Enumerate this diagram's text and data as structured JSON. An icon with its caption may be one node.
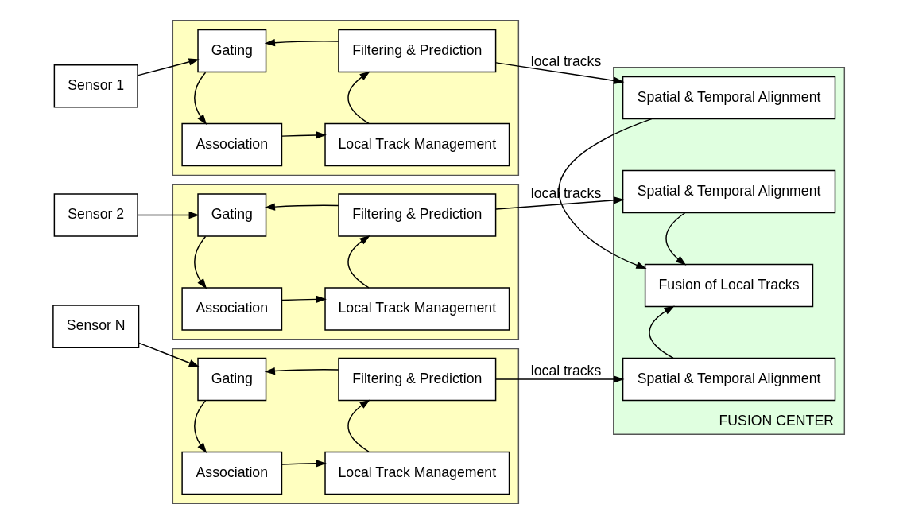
{
  "diagram": {
    "nodes": [
      {
        "text": [
          "Sensor 1"
        ]
      },
      {
        "text": [],
        "shape": "box"
      },
      {
        "text": [
          "Association"
        ],
        "in": 1
      },
      {
        "text": [
          "Local Track Management"
        ],
        "in": 1
      },
      {
        "text": [
          "Gating"
        ],
        "in": 1
      },
      {
        "text": [
          "Filtering & Prediction"
        ],
        "in": 1
      },
      {
        "text": [
          "Sensor 2"
        ]
      },
      {
        "text": [],
        "shape": "box"
      },
      {
        "text": [
          "Association"
        ],
        "in": 7
      },
      {
        "text": [
          "Local Track Management"
        ],
        "in": 7
      },
      {
        "text": [
          "Gating"
        ],
        "in": 7
      },
      {
        "text": [
          "Filtering & Prediction"
        ],
        "in": 7
      },
      {
        "text": [
          "Sensor N"
        ]
      },
      {
        "text": [],
        "shape": "box"
      },
      {
        "text": [
          "Association"
        ],
        "in": 13
      },
      {
        "text": [
          "Local Track Management"
        ],
        "in": 13
      },
      {
        "text": [
          "Gating"
        ],
        "in": 13
      },
      {
        "text": [
          "Filtering & Prediction"
        ],
        "in": 13
      },
      {
        "text": [
          "FUSION CENTER"
        ]
      },
      {
        "text": [
          "Spatial & Temporal Alignment"
        ],
        "in": 18
      },
      {
        "text": [
          "Spatial & Temporal Alignment"
        ],
        "in": 18
      },
      {
        "text": [
          "Spatial & Temporal Alignment"
        ],
        "in": 18
      },
      {
        "text": [
          "Fusion of Local Tracks"
        ],
        "in": 18
      }
    ],
    "edges": [
      {
        "from": 0,
        "to": 4,
        "arrow": "to"
      },
      {
        "from": 4,
        "to": 2,
        "arrow": "to"
      },
      {
        "from": 2,
        "to": 3,
        "arrow": "to"
      },
      {
        "from": 3,
        "to": 5,
        "arrow": "to"
      },
      {
        "from": 5,
        "to": 4,
        "arrow": "to"
      },
      {
        "from": 5,
        "to": 19,
        "arrow": "to",
        "label": "local tracks"
      },
      {
        "from": 19,
        "to": 22,
        "arrow": "to"
      },
      {
        "from": 6,
        "to": 10,
        "arrow": "to"
      },
      {
        "from": 10,
        "to": 8,
        "arrow": "to"
      },
      {
        "from": 8,
        "to": 9,
        "arrow": "to"
      },
      {
        "from": 9,
        "to": 11,
        "arrow": "to"
      },
      {
        "from": 11,
        "to": 10,
        "arrow": "to"
      },
      {
        "from": 11,
        "to": 20,
        "arrow": "to",
        "label": "local tracks"
      },
      {
        "from": 20,
        "to": 22,
        "arrow": "to"
      },
      {
        "from": 12,
        "to": 16,
        "arrow": "to"
      },
      {
        "from": 16,
        "to": 14,
        "arrow": "to"
      },
      {
        "from": 14,
        "to": 15,
        "arrow": "to"
      },
      {
        "from": 15,
        "to": 17,
        "arrow": "to"
      },
      {
        "from": 17,
        "to": 16,
        "arrow": "to"
      },
      {
        "from": 17,
        "to": 21,
        "arrow": "to",
        "label": "local tracks"
      },
      {
        "from": 21,
        "to": 22,
        "arrow": "to"
      }
    ]
  }
}
